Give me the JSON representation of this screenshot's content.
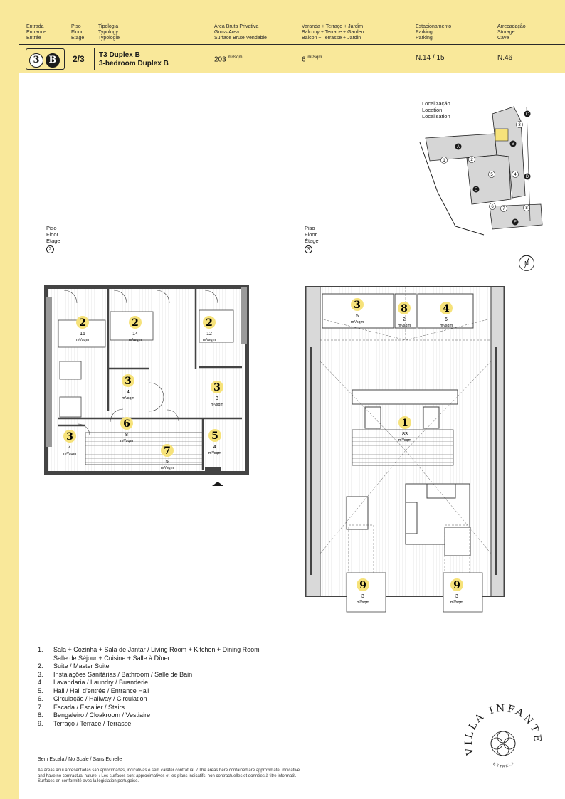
{
  "header": {
    "cols": [
      {
        "l1": "Entrada",
        "l2": "Entrance",
        "l3": "Entrée"
      },
      {
        "l1": "Piso",
        "l2": "Floor",
        "l3": "Étage"
      },
      {
        "l1": "Tipologia",
        "l2": "Typology",
        "l3": "Typologie"
      },
      {
        "l1": "Área Bruta Privativa",
        "l2": "Gross Area",
        "l3": "Surface Brute Vendable"
      },
      {
        "l1": "Varanda + Terraço + Jardim",
        "l2": "Balcony + Terrace + Garden",
        "l3": "Balcon + Terrasse + Jardin"
      },
      {
        "l1": "Estacionamento",
        "l2": "Parking",
        "l3": "Parking"
      },
      {
        "l1": "Arrecadação",
        "l2": "Storage",
        "l3": "Cave"
      }
    ],
    "entrance_number": "3",
    "entrance_letter": "B",
    "floor": "2/3",
    "typology_pt": "T3 Duplex B",
    "typology_en": "3-bedroom Duplex B",
    "gross_area": "203",
    "outdoor_area": "6",
    "area_unit": "m²/sqm",
    "parking": "N.14 / 15",
    "storage": "N.46"
  },
  "location": {
    "l1": "Localização",
    "l2": "Location",
    "l3": "Localisation",
    "buildings": [
      "A",
      "B",
      "C",
      "D",
      "E",
      "F"
    ],
    "entrances": [
      "1",
      "2",
      "3",
      "4",
      "5",
      "6",
      "7",
      "8"
    ],
    "compass": "N"
  },
  "floors": [
    {
      "l1": "Piso",
      "l2": "Floor",
      "l3": "Étage",
      "number": "2"
    },
    {
      "l1": "Piso",
      "l2": "Floor",
      "l3": "Étage",
      "number": "3"
    }
  ],
  "plan_floor2": [
    {
      "num": "2",
      "area": "15"
    },
    {
      "num": "2",
      "area": "14"
    },
    {
      "num": "2",
      "area": "12"
    },
    {
      "num": "3",
      "area": "4"
    },
    {
      "num": "3",
      "area": "3"
    },
    {
      "num": "6",
      "area": "8"
    },
    {
      "num": "3",
      "area": "4"
    },
    {
      "num": "5",
      "area": "4"
    },
    {
      "num": "7",
      "area": "5"
    }
  ],
  "plan_floor3": [
    {
      "num": "3",
      "area": "5"
    },
    {
      "num": "8",
      "area": "2"
    },
    {
      "num": "4",
      "area": "6"
    },
    {
      "num": "1",
      "area": "83"
    },
    {
      "num": "9",
      "area": "3"
    },
    {
      "num": "9",
      "area": "3"
    }
  ],
  "legend": [
    {
      "n": "1.",
      "lines": [
        "Sala + Cozinha + Sala de Jantar / Living Room + Kitchen + Dining Room",
        "Salle de Séjour + Cuisine + Salle à Dîner"
      ]
    },
    {
      "n": "2.",
      "lines": [
        "Suite / Master Suite"
      ]
    },
    {
      "n": "3.",
      "lines": [
        "Instalações Sanitárias / Bathroom / Salle de Bain"
      ]
    },
    {
      "n": "4.",
      "lines": [
        "Lavandaria / Laundry / Buanderie"
      ]
    },
    {
      "n": "5.",
      "lines": [
        "Hall / Hall d'entrée / Entrance Hall"
      ]
    },
    {
      "n": "6.",
      "lines": [
        "Circulação / Hallway / Circulation"
      ]
    },
    {
      "n": "7.",
      "lines": [
        "Escada / Escalier / Stairs"
      ]
    },
    {
      "n": "8.",
      "lines": [
        "Bengaleiro / Cloakroom / Vestiaire"
      ]
    },
    {
      "n": "9.",
      "lines": [
        "Terraço / Terrace / Terrasse"
      ]
    }
  ],
  "scale_note": "Sem Escala / No Scale / Sans Échelle",
  "disclaimer": [
    "As áreas aqui apresentadas são aproximadas, indicativas e sem caráter contratual. / The areas here contained are approximate, indicative",
    "and have no contractual nature. / Les surfaces sont approximatives et les plans indicatifs, non contractuelles et données à titre informatif.",
    "Surfaces en conformité avec la législation portugaise."
  ],
  "logo": {
    "text": "VILLA INFANTE",
    "sub": "ESTRELA"
  },
  "colors": {
    "accent": "#f9e89a",
    "badge": "#f6e27a",
    "ink": "#1a1a1a",
    "wall": "#9a9a9a",
    "shade": "#d9d9d9"
  }
}
